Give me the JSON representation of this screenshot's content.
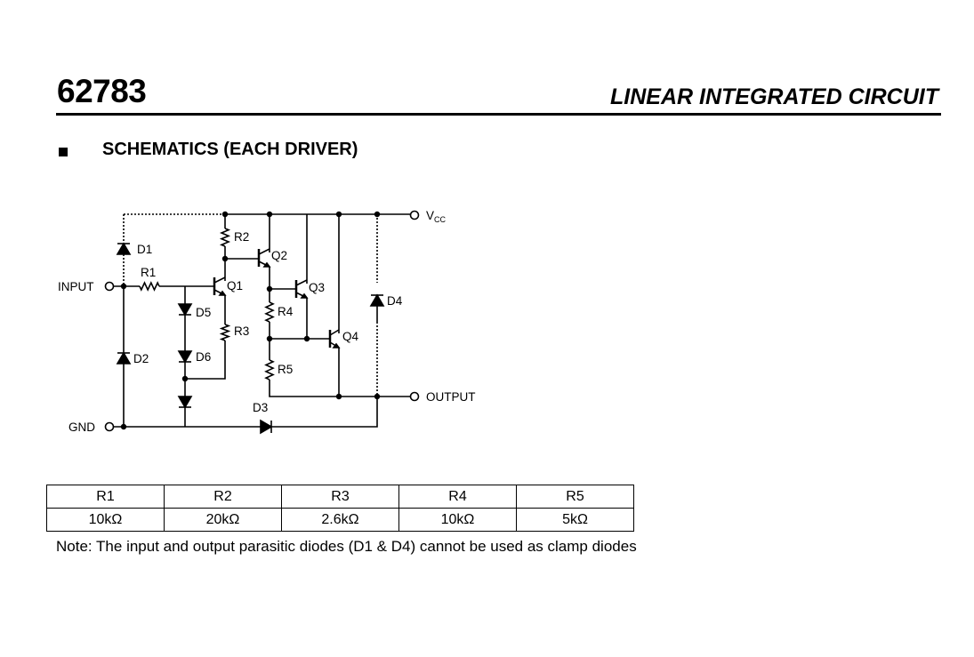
{
  "header": {
    "part_number": "62783",
    "doc_type": "LINEAR INTEGRATED CIRCUIT"
  },
  "section": {
    "title": "SCHEMATICS (EACH DRIVER)"
  },
  "schematic": {
    "terminals": {
      "vcc": "V",
      "vcc_sub": "CC",
      "input": "INPUT",
      "output": "OUTPUT",
      "gnd": "GND"
    },
    "labels": {
      "D1": "D1",
      "D2": "D2",
      "D3": "D3",
      "D4": "D4",
      "D5": "D5",
      "D6": "D6",
      "R1": "R1",
      "R2": "R2",
      "R3": "R3",
      "R4": "R4",
      "R5": "R5",
      "Q1": "Q1",
      "Q2": "Q2",
      "Q3": "Q3",
      "Q4": "Q4"
    }
  },
  "resistor_table": {
    "headers": [
      "R1",
      "R2",
      "R3",
      "R4",
      "R5"
    ],
    "values": [
      "10kΩ",
      "20kΩ",
      "2.6kΩ",
      "10kΩ",
      "5kΩ"
    ]
  },
  "note": "Note: The input and output parasitic diodes (D1 & D4) cannot be used as clamp diodes"
}
